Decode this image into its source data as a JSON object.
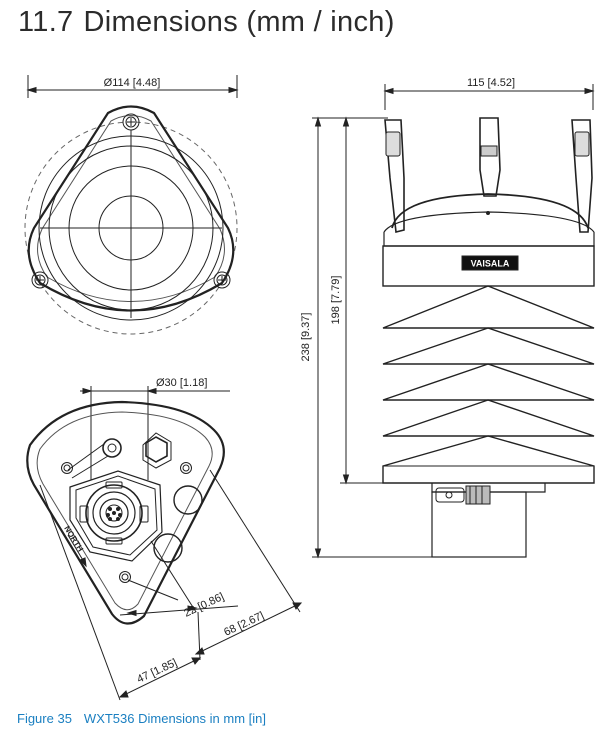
{
  "heading": {
    "number": "11.7",
    "text": "Dimensions (mm / inch)"
  },
  "dimensions": {
    "diameter_top": "Ø114 [4.48]",
    "width_side": "115 [4.52]",
    "height_total": "238 [9.37]",
    "height_body": "198 [7.79]",
    "diameter_bottom": "Ø30 [1.18]",
    "offset_22": "22 [0.86]",
    "offset_68": "68 [2.67]",
    "offset_47": "47 [1.85]"
  },
  "labels": {
    "brand": "VAISALA",
    "north": "NORTH"
  },
  "caption": {
    "figure": "Figure 35",
    "text": "WXT536 Dimensions in mm [in]"
  },
  "colors": {
    "caption": "#1a7fc1",
    "line": "#222222"
  }
}
